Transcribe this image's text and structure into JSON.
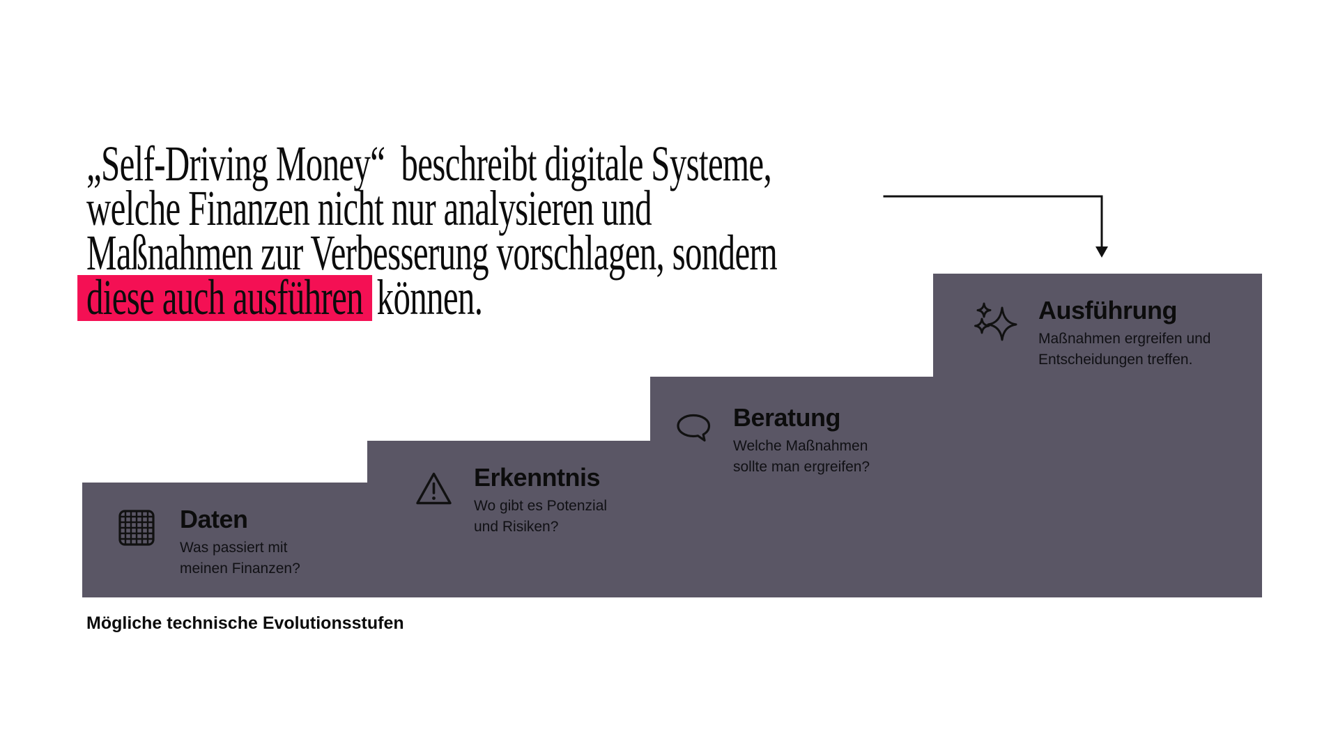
{
  "headline": {
    "lines": [
      "„Self-Driving Money“  beschreibt digitale Systeme,",
      "welche Finanzen nicht nur analysieren und",
      "Maßnahmen zur Verbesserung vorschlagen, sondern"
    ],
    "highlight": "diese auch ausführen",
    "tail": "können."
  },
  "steps": [
    {
      "icon": "grid-icon",
      "title": "Daten",
      "desc": [
        "Was passiert mit",
        "meinen Finanzen?"
      ]
    },
    {
      "icon": "warning-triangle-icon",
      "title": "Erkenntnis",
      "desc": [
        "Wo gibt es Potenzial",
        "und Risiken?"
      ]
    },
    {
      "icon": "speech-bubble-icon",
      "title": "Beratung",
      "desc": [
        "Welche Maßnahmen",
        "sollte man ergreifen?"
      ]
    },
    {
      "icon": "sparkles-icon",
      "title": "Ausführung",
      "desc": [
        "Maßnahmen ergreifen und",
        "Entscheidungen treffen."
      ]
    }
  ],
  "caption": "Mögliche technische Evolutionsstufen",
  "colors": {
    "highlight_bg": "#F41054",
    "step_bg": "#5A5665",
    "text": "#0C0C0C"
  }
}
